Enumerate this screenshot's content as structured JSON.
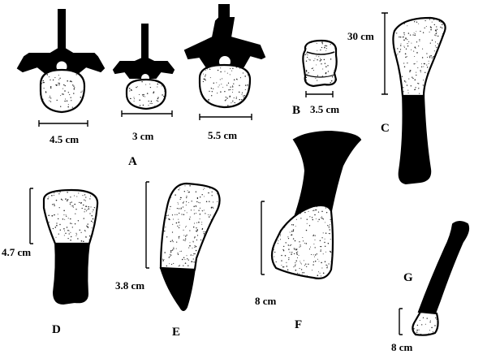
{
  "figure": {
    "scale_bars": {
      "A1": "4.5 cm",
      "A2": "3 cm",
      "A3": "5.5 cm",
      "B": "3.5 cm",
      "C": "30 cm",
      "D": "4.7 cm",
      "E": "3.8 cm",
      "F": "8 cm",
      "G": "8 cm"
    },
    "panel_letters": {
      "A": "A",
      "B": "B",
      "C": "C",
      "D": "D",
      "E": "E",
      "F": "F",
      "G": "G"
    }
  },
  "style": {
    "ink": "#000000",
    "paper": "#ffffff"
  }
}
